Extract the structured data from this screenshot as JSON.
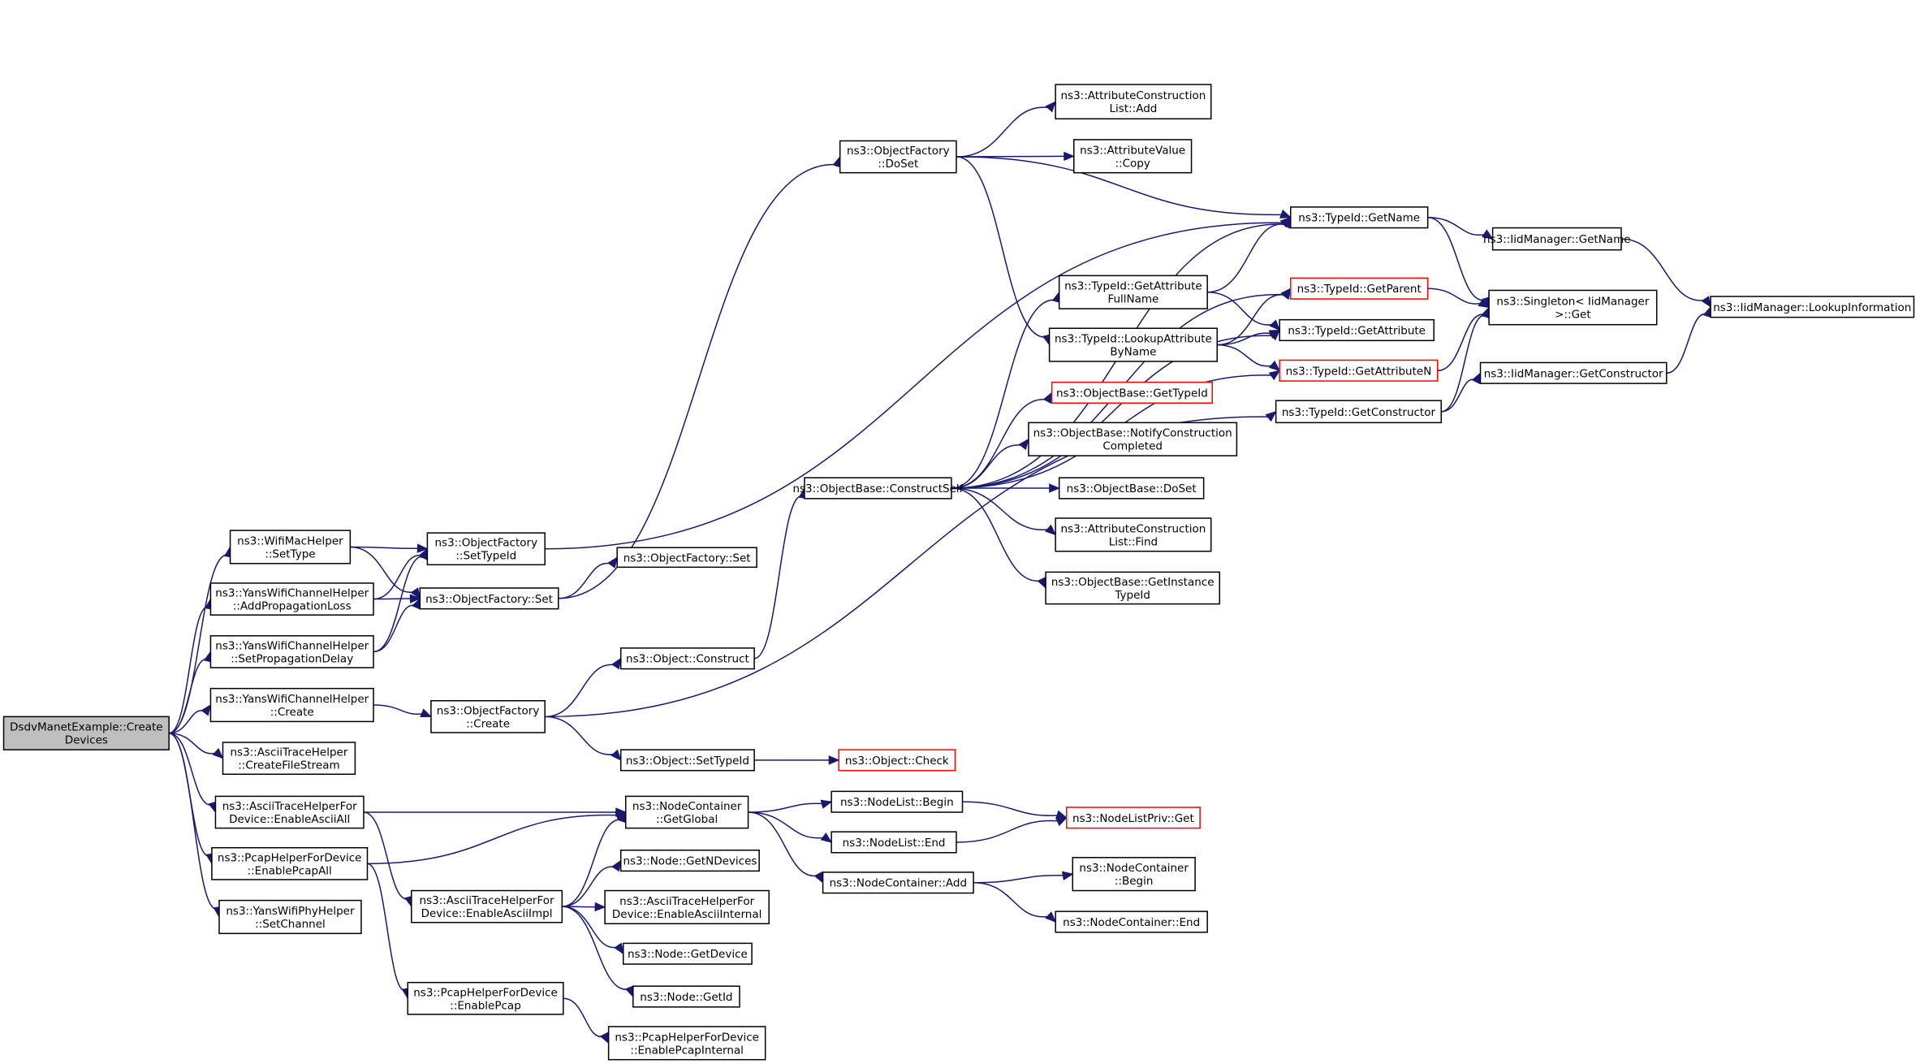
{
  "diagram": {
    "type": "call-graph",
    "edge_color": "#191970",
    "root_fill": "#bfbfbf",
    "incomplete_border_color": "#ff0000",
    "nodes": [
      {
        "id": "root",
        "lines": [
          "DsdvManetExample::Create",
          "Devices"
        ],
        "style": "root"
      },
      {
        "id": "wmh_settype",
        "lines": [
          "ns3::WifiMacHelper",
          "::SetType"
        ]
      },
      {
        "id": "ywch_addloss",
        "lines": [
          "ns3::YansWifiChannelHelper",
          "::AddPropagationLoss"
        ]
      },
      {
        "id": "ywch_setdelay",
        "lines": [
          "ns3::YansWifiChannelHelper",
          "::SetPropagationDelay"
        ]
      },
      {
        "id": "ywch_create",
        "lines": [
          "ns3::YansWifiChannelHelper",
          "::Create"
        ]
      },
      {
        "id": "ath_cfs",
        "lines": [
          "ns3::AsciiTraceHelper",
          "::CreateFileStream"
        ]
      },
      {
        "id": "athfd_all",
        "lines": [
          "ns3::AsciiTraceHelperFor",
          "Device::EnableAsciiAll"
        ]
      },
      {
        "id": "phfd_all",
        "lines": [
          "ns3::PcapHelperForDevice",
          "::EnablePcapAll"
        ]
      },
      {
        "id": "ywph_setch",
        "lines": [
          "ns3::YansWifiPhyHelper",
          "::SetChannel"
        ]
      },
      {
        "id": "of_settypeid",
        "lines": [
          "ns3::ObjectFactory",
          "::SetTypeId"
        ]
      },
      {
        "id": "of_set",
        "lines": [
          "ns3::ObjectFactory::Set"
        ]
      },
      {
        "id": "of_create",
        "lines": [
          "ns3::ObjectFactory",
          "::Create"
        ]
      },
      {
        "id": "of_set2",
        "lines": [
          "ns3::ObjectFactory::Set"
        ]
      },
      {
        "id": "obj_construct",
        "lines": [
          "ns3::Object::Construct"
        ]
      },
      {
        "id": "obj_settypeid",
        "lines": [
          "ns3::Object::SetTypeId"
        ]
      },
      {
        "id": "nc_getglobal",
        "lines": [
          "ns3::NodeContainer",
          "::GetGlobal"
        ]
      },
      {
        "id": "node_getndev",
        "lines": [
          "ns3::Node::GetNDevices"
        ]
      },
      {
        "id": "athfd_impl",
        "lines": [
          "ns3::AsciiTraceHelperFor",
          "Device::EnableAsciiImpl"
        ]
      },
      {
        "id": "athfd_internal",
        "lines": [
          "ns3::AsciiTraceHelperFor",
          "Device::EnableAsciiInternal"
        ]
      },
      {
        "id": "node_getdevice",
        "lines": [
          "ns3::Node::GetDevice"
        ]
      },
      {
        "id": "node_getid",
        "lines": [
          "ns3::Node::GetId"
        ]
      },
      {
        "id": "phfd_pcap",
        "lines": [
          "ns3::PcapHelperForDevice",
          "::EnablePcap"
        ]
      },
      {
        "id": "phfd_internal",
        "lines": [
          "ns3::PcapHelperForDevice",
          "::EnablePcapInternal"
        ]
      },
      {
        "id": "of_doset",
        "lines": [
          "ns3::ObjectFactory",
          "::DoSet"
        ]
      },
      {
        "id": "acl_add",
        "lines": [
          "ns3::AttributeConstruction",
          "List::Add"
        ]
      },
      {
        "id": "av_copy",
        "lines": [
          "ns3::AttributeValue",
          "::Copy"
        ]
      },
      {
        "id": "ob_constructself",
        "lines": [
          "ns3::ObjectBase::ConstructSelf"
        ]
      },
      {
        "id": "tid_getattrfull",
        "lines": [
          "ns3::TypeId::GetAttribute",
          "FullName"
        ]
      },
      {
        "id": "tid_lookupattr",
        "lines": [
          "ns3::TypeId::LookupAttribute",
          "ByName"
        ]
      },
      {
        "id": "ob_gettypeid",
        "lines": [
          "ns3::ObjectBase::GetTypeId"
        ],
        "style": "red"
      },
      {
        "id": "ob_notify",
        "lines": [
          "ns3::ObjectBase::NotifyConstruction",
          "Completed"
        ]
      },
      {
        "id": "ob_doset",
        "lines": [
          "ns3::ObjectBase::DoSet"
        ]
      },
      {
        "id": "acl_find",
        "lines": [
          "ns3::AttributeConstruction",
          "List::Find"
        ]
      },
      {
        "id": "ob_getinst",
        "lines": [
          "ns3::ObjectBase::GetInstance",
          "TypeId"
        ]
      },
      {
        "id": "obj_check",
        "lines": [
          "ns3::Object::Check"
        ],
        "style": "red"
      },
      {
        "id": "nl_begin",
        "lines": [
          "ns3::NodeList::Begin"
        ]
      },
      {
        "id": "nl_end",
        "lines": [
          "ns3::NodeList::End"
        ]
      },
      {
        "id": "nc_add",
        "lines": [
          "ns3::NodeContainer::Add"
        ]
      },
      {
        "id": "nlp_get",
        "lines": [
          "ns3::NodeListPriv::Get"
        ],
        "style": "red"
      },
      {
        "id": "nc_begin",
        "lines": [
          "ns3::NodeContainer",
          "::Begin"
        ]
      },
      {
        "id": "nc_end",
        "lines": [
          "ns3::NodeContainer::End"
        ]
      },
      {
        "id": "tid_getname",
        "lines": [
          "ns3::TypeId::GetName"
        ]
      },
      {
        "id": "tid_getparent",
        "lines": [
          "ns3::TypeId::GetParent"
        ],
        "style": "red"
      },
      {
        "id": "tid_getattr",
        "lines": [
          "ns3::TypeId::GetAttribute"
        ]
      },
      {
        "id": "tid_getattrn",
        "lines": [
          "ns3::TypeId::GetAttributeN"
        ],
        "style": "red"
      },
      {
        "id": "tid_getctor",
        "lines": [
          "ns3::TypeId::GetConstructor"
        ]
      },
      {
        "id": "iid_getname",
        "lines": [
          "ns3::IidManager::GetName"
        ]
      },
      {
        "id": "singleton_get",
        "lines": [
          "ns3::Singleton< IidManager",
          ">::Get"
        ]
      },
      {
        "id": "iid_getctor",
        "lines": [
          "ns3::IidManager::GetConstructor"
        ]
      },
      {
        "id": "iid_lookup",
        "lines": [
          "ns3::IidManager::LookupInformation"
        ]
      }
    ],
    "edges": [
      [
        "root",
        "wmh_settype"
      ],
      [
        "root",
        "ywch_addloss"
      ],
      [
        "root",
        "ywch_setdelay"
      ],
      [
        "root",
        "ywch_create"
      ],
      [
        "root",
        "ath_cfs"
      ],
      [
        "root",
        "athfd_all"
      ],
      [
        "root",
        "phfd_all"
      ],
      [
        "root",
        "ywph_setch"
      ],
      [
        "wmh_settype",
        "of_settypeid"
      ],
      [
        "wmh_settype",
        "of_set"
      ],
      [
        "ywch_addloss",
        "of_settypeid"
      ],
      [
        "ywch_addloss",
        "of_set"
      ],
      [
        "ywch_setdelay",
        "of_settypeid"
      ],
      [
        "ywch_setdelay",
        "of_set"
      ],
      [
        "ywch_create",
        "of_create"
      ],
      [
        "of_settypeid",
        "tid_getname"
      ],
      [
        "of_set",
        "of_set2"
      ],
      [
        "of_set",
        "of_doset"
      ],
      [
        "of_create",
        "obj_construct"
      ],
      [
        "of_create",
        "obj_settypeid"
      ],
      [
        "of_create",
        "tid_getctor"
      ],
      [
        "obj_construct",
        "ob_constructself"
      ],
      [
        "obj_settypeid",
        "obj_check"
      ],
      [
        "athfd_all",
        "nc_getglobal"
      ],
      [
        "athfd_all",
        "athfd_impl"
      ],
      [
        "phfd_all",
        "nc_getglobal"
      ],
      [
        "phfd_all",
        "phfd_pcap"
      ],
      [
        "athfd_impl",
        "nc_getglobal"
      ],
      [
        "athfd_impl",
        "node_getndev"
      ],
      [
        "athfd_impl",
        "athfd_internal"
      ],
      [
        "athfd_impl",
        "node_getdevice"
      ],
      [
        "athfd_impl",
        "node_getid"
      ],
      [
        "phfd_pcap",
        "phfd_internal"
      ],
      [
        "nc_getglobal",
        "nl_begin"
      ],
      [
        "nc_getglobal",
        "nl_end"
      ],
      [
        "nc_getglobal",
        "nc_add"
      ],
      [
        "nl_begin",
        "nlp_get"
      ],
      [
        "nl_end",
        "nlp_get"
      ],
      [
        "nc_add",
        "nc_begin"
      ],
      [
        "nc_add",
        "nc_end"
      ],
      [
        "of_doset",
        "acl_add"
      ],
      [
        "of_doset",
        "av_copy"
      ],
      [
        "of_doset",
        "tid_getname"
      ],
      [
        "of_doset",
        "tid_lookupattr"
      ],
      [
        "ob_constructself",
        "tid_getname"
      ],
      [
        "ob_constructself",
        "tid_getparent"
      ],
      [
        "ob_constructself",
        "tid_getattrfull"
      ],
      [
        "ob_constructself",
        "ob_gettypeid"
      ],
      [
        "ob_constructself",
        "ob_notify"
      ],
      [
        "ob_constructself",
        "ob_doset"
      ],
      [
        "ob_constructself",
        "acl_find"
      ],
      [
        "ob_constructself",
        "ob_getinst"
      ],
      [
        "ob_constructself",
        "tid_getattr"
      ],
      [
        "ob_constructself",
        "tid_getattrn"
      ],
      [
        "tid_getattrfull",
        "tid_getname"
      ],
      [
        "tid_getattrfull",
        "tid_getattr"
      ],
      [
        "tid_lookupattr",
        "tid_getparent"
      ],
      [
        "tid_lookupattr",
        "tid_getattr"
      ],
      [
        "tid_lookupattr",
        "tid_getattrn"
      ],
      [
        "tid_getname",
        "iid_getname"
      ],
      [
        "tid_getname",
        "singleton_get"
      ],
      [
        "tid_getparent",
        "singleton_get"
      ],
      [
        "tid_getattrn",
        "singleton_get"
      ],
      [
        "tid_getctor",
        "singleton_get"
      ],
      [
        "tid_getctor",
        "iid_getctor"
      ],
      [
        "iid_getname",
        "iid_lookup"
      ],
      [
        "iid_getctor",
        "iid_lookup"
      ]
    ]
  }
}
